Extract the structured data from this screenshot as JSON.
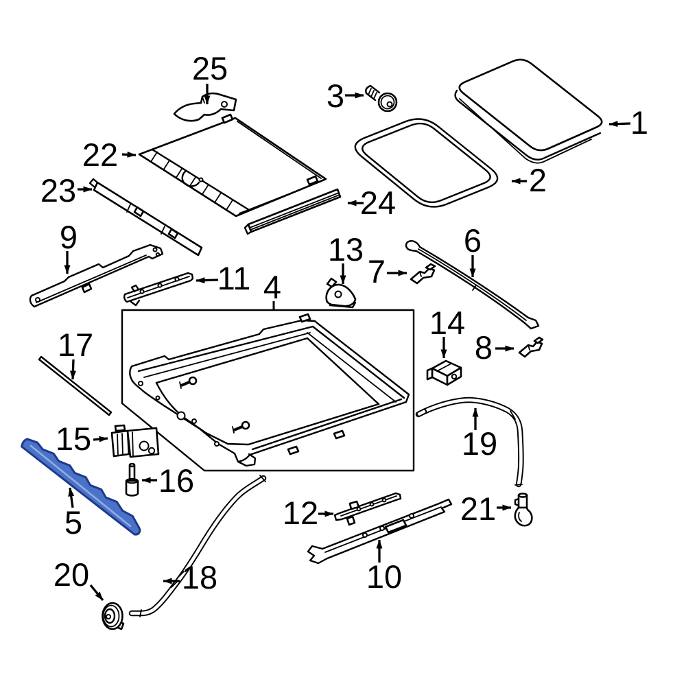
{
  "page": {
    "background": "#ffffff"
  },
  "colors": {
    "line": "#000000",
    "label_text": "#000000",
    "highlight_fill": "#4a72c8",
    "highlight_stroke": "#1d3a8a",
    "highlight_inner": "#93abe4"
  },
  "highlighted_part": "5",
  "parts": {
    "p1": {
      "label": "1"
    },
    "p2": {
      "label": "2"
    },
    "p3": {
      "label": "3"
    },
    "p4": {
      "label": "4"
    },
    "p5": {
      "label": "5",
      "highlighted": true
    },
    "p6": {
      "label": "6"
    },
    "p7": {
      "label": "7"
    },
    "p8": {
      "label": "8"
    },
    "p9": {
      "label": "9"
    },
    "p10": {
      "label": "10"
    },
    "p11": {
      "label": "11"
    },
    "p12": {
      "label": "12"
    },
    "p13": {
      "label": "13"
    },
    "p14": {
      "label": "14"
    },
    "p15": {
      "label": "15"
    },
    "p16": {
      "label": "16"
    },
    "p17": {
      "label": "17"
    },
    "p18": {
      "label": "18"
    },
    "p19": {
      "label": "19"
    },
    "p20": {
      "label": "20"
    },
    "p21": {
      "label": "21"
    },
    "p22": {
      "label": "22"
    },
    "p23": {
      "label": "23"
    },
    "p24": {
      "label": "24"
    },
    "p25": {
      "label": "25"
    }
  }
}
